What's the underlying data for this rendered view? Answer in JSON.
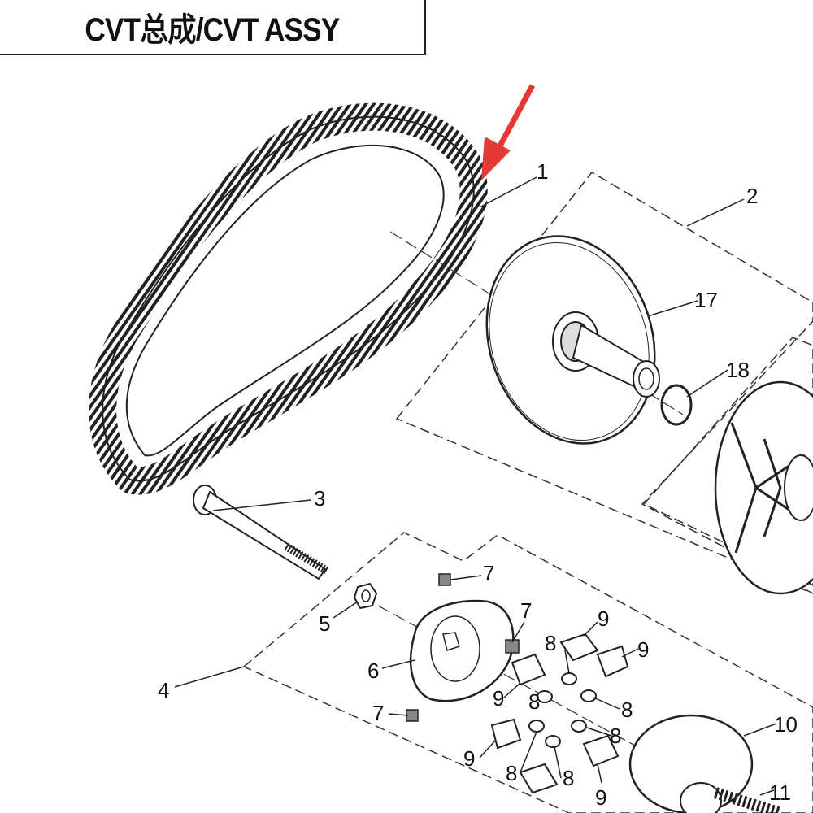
{
  "title": "CVT总成/CVT ASSY",
  "accent_color": "#e53935",
  "callouts": [
    {
      "id": "c1",
      "text": "1"
    },
    {
      "id": "c2",
      "text": "2"
    },
    {
      "id": "c3",
      "text": "3"
    },
    {
      "id": "c4",
      "text": "4"
    },
    {
      "id": "c5",
      "text": "5"
    },
    {
      "id": "c6",
      "text": "6"
    },
    {
      "id": "c7a",
      "text": "7"
    },
    {
      "id": "c7b",
      "text": "7"
    },
    {
      "id": "c7c",
      "text": "7"
    },
    {
      "id": "c8a",
      "text": "8"
    },
    {
      "id": "c8b",
      "text": "8"
    },
    {
      "id": "c8c",
      "text": "8"
    },
    {
      "id": "c8d",
      "text": "8"
    },
    {
      "id": "c8e",
      "text": "8"
    },
    {
      "id": "c8f",
      "text": "8"
    },
    {
      "id": "c9a",
      "text": "9"
    },
    {
      "id": "c9b",
      "text": "9"
    },
    {
      "id": "c9c",
      "text": "9"
    },
    {
      "id": "c9d",
      "text": "9"
    },
    {
      "id": "c9e",
      "text": "9"
    },
    {
      "id": "c10",
      "text": "10"
    },
    {
      "id": "c11",
      "text": "11"
    },
    {
      "id": "c17",
      "text": "17"
    },
    {
      "id": "c18",
      "text": "18"
    }
  ]
}
